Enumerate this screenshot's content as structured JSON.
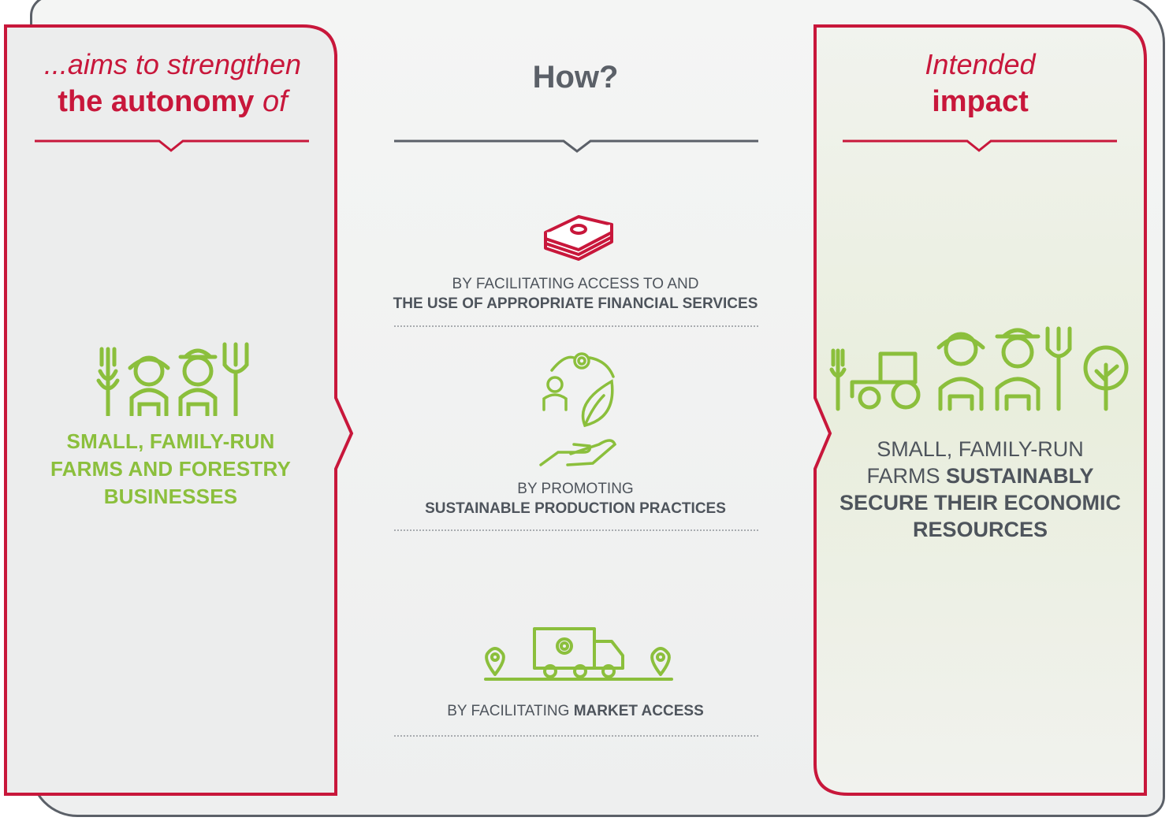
{
  "colors": {
    "accent_red": "#c8173b",
    "accent_green": "#8bbf3c",
    "text_gray": "#4e545c",
    "frame_gray": "#5b6068"
  },
  "left": {
    "heading_line1": "...aims to strengthen",
    "heading_line2_bold": "the autonomy",
    "heading_line2_italic": "of",
    "label_line1": "SMALL, FAMILY-RUN",
    "label_line2": "FARMS AND FORESTRY",
    "label_line3": "BUSINESSES"
  },
  "center": {
    "title": "How?",
    "steps": [
      {
        "icon": "money-stack-icon",
        "line1": "BY FACILITATING ACCESS TO AND",
        "line2": "THE USE OF APPROPRIATE FINANCIAL SERVICES"
      },
      {
        "icon": "sustainable-cycle-icon",
        "line1": "BY PROMOTING",
        "line2": "SUSTAINABLE PRODUCTION PRACTICES"
      },
      {
        "icon": "delivery-truck-icon",
        "line1_regular": "BY FACILITATING",
        "line1_bold": "MARKET ACCESS"
      }
    ]
  },
  "right": {
    "heading_line1": "Intended",
    "heading_line2": "impact",
    "label_line1": "SMALL, FAMILY-RUN",
    "label_line2_regular": "FARMS",
    "label_line2_bold": "SUSTAINABLY",
    "label_line3": "SECURE THEIR ECONOMIC",
    "label_line4": "RESOURCES"
  }
}
